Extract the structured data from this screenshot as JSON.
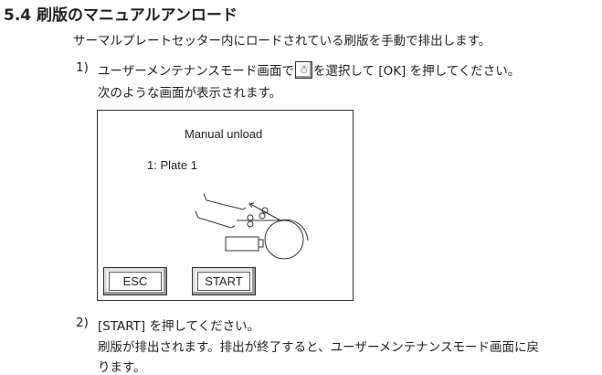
{
  "heading": "5.4 刷版のマニュアルアンロード",
  "intro": "サーマルプレートセッター内にロードされている刷版を手動で排出します。",
  "step1": {
    "num": "1)",
    "text_before": "ユーザーメンテナンスモード画面で",
    "icon": "manual-unload-icon",
    "text_after": "を選択して [OK] を押してください。",
    "line2": "次のような画面が表示されます。"
  },
  "screen": {
    "title": "Manual unload",
    "plate": "1: Plate 1",
    "esc_label": "ESC",
    "start_label": "START"
  },
  "step2": {
    "num": "2)",
    "text": "[START] を押してください。",
    "line2": "刷版が排出されます。排出が終了すると、ユーザーメンテナンスモード画面に戻",
    "line3": "ります。"
  }
}
